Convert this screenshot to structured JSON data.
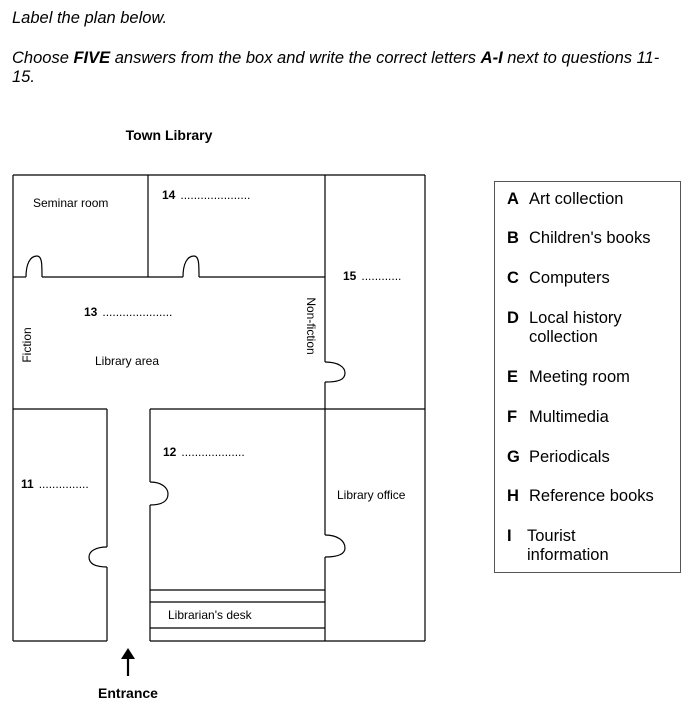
{
  "instructions": {
    "line1": "Label the plan below.",
    "line2_pre": "Choose ",
    "line2_bold": "FIVE",
    "line2_mid": " answers from the box and write the correct letters ",
    "line2_bold2": "A-I",
    "line2_post": " next to questions 11-15."
  },
  "plan": {
    "title": "Town Library",
    "rooms": {
      "seminar": "Seminar room",
      "library_area": "Library area",
      "library_office": "Library office",
      "librarians_desk": "Librarian's desk",
      "fiction": "Fiction",
      "non_fiction": "Non-fiction"
    },
    "questions": [
      {
        "num": "11",
        "blank": "..............."
      },
      {
        "num": "12",
        "blank": "..................."
      },
      {
        "num": "13",
        "blank": "....................."
      },
      {
        "num": "14",
        "blank": "....................."
      },
      {
        "num": "15",
        "blank": "............"
      }
    ],
    "entrance": "Entrance"
  },
  "options": [
    {
      "letter": "A",
      "text": "Art collection"
    },
    {
      "letter": "B",
      "text": "Children's books"
    },
    {
      "letter": "C",
      "text": "Computers"
    },
    {
      "letter": "D",
      "text": "Local history collection"
    },
    {
      "letter": "E",
      "text": "Meeting room"
    },
    {
      "letter": "F",
      "text": "Multimedia"
    },
    {
      "letter": "G",
      "text": "Periodicals"
    },
    {
      "letter": "H",
      "text": "Reference books"
    },
    {
      "letter": "I",
      "text": "Tourist information"
    }
  ]
}
